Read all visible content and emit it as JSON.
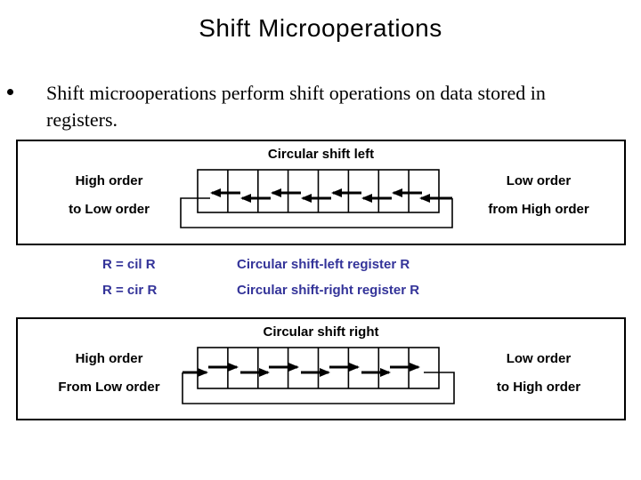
{
  "slide": {
    "title": "Shift Microoperations",
    "bullet_text": "Shift microoperations perform shift operations on data stored in registers."
  },
  "shift_left_panel": {
    "title": "Circular shift left",
    "left_label_line1": "High order",
    "left_label_line2": "to Low order",
    "right_label_line1": "Low order",
    "right_label_line2": "from High order"
  },
  "equations": {
    "rows": [
      {
        "formula": "R = cil R",
        "desc": "Circular shift-left register R"
      },
      {
        "formula": "R = cir R",
        "desc": "Circular shift-right register R"
      }
    ]
  },
  "shift_right_panel": {
    "title": "Circular shift right",
    "left_label_line1": "High order",
    "left_label_line2": "From Low order",
    "right_label_line1": "Low order",
    "right_label_line2": "to High order"
  },
  "diagram": {
    "register_cell_count": 8
  },
  "colors": {
    "accent_blue": "#333399",
    "ink": "#000000",
    "background": "#FFFFFF"
  }
}
